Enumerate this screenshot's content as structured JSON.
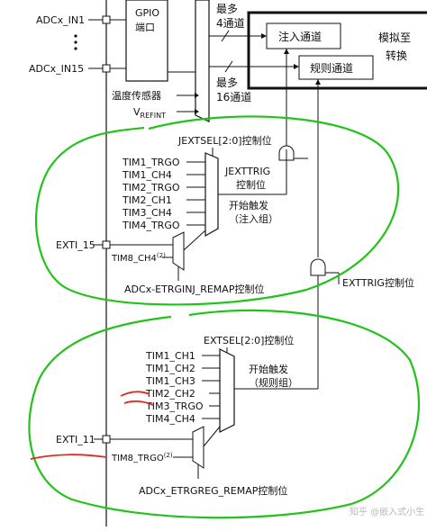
{
  "inputs_top": {
    "adc_in1": "ADCx_IN1",
    "adc_in15": "ADCx_IN15",
    "temp_sensor": "温度传感器",
    "vrefint_main": "V",
    "vrefint_sub": "REFINT"
  },
  "gpio": {
    "line1": "GPIO",
    "line2": "端口"
  },
  "channels": {
    "max4_line1": "最多",
    "max4_line2": "4通道",
    "max16_line1": "最多",
    "max16_line2": "16通道",
    "injected": "注入通道",
    "regular": "规则通道"
  },
  "analog": {
    "line1": "模拟至",
    "line2": "转换"
  },
  "injected_trigger": {
    "jextsel": "JEXTSEL[2:0]控制位",
    "jexttrig_line1": "JEXTTRIG",
    "jexttrig_line2": "控制位",
    "start_line1": "开始触发",
    "start_line2": "（注入组）",
    "sources": [
      "TIM1_TRGO",
      "TIM1_CH4",
      "TIM2_TRGO",
      "TIM2_CH1",
      "TIM3_CH4",
      "TIM4_TRGO"
    ],
    "exti": "EXTI_15",
    "tim8": "TIM8_CH4",
    "tim8_sup": "(2)",
    "remap": "ADCx-ETRGINJ_REMAP控制位"
  },
  "regular_trigger": {
    "exttrig": "EXTTRIG控制位",
    "extsel": "EXTSEL[2:0]控制位",
    "start_line1": "开始触发",
    "start_line2": "（规则组）",
    "sources": [
      "TIM1_CH1",
      "TIM1_CH2",
      "TIM1_CH3",
      "TIM2_CH2",
      "TIM3_TRGO",
      "TIM4_CH4"
    ],
    "exti": "EXTI_11",
    "tim8": "TIM8_TRGO",
    "tim8_sup": "(2)",
    "remap": "ADCx_ETRGREG_REMAP控制位"
  },
  "watermark": "知乎 @嵌入式小生",
  "colors": {
    "line": "#111111",
    "annotation_green": "#22c21a",
    "annotation_red": "#e0281e"
  }
}
